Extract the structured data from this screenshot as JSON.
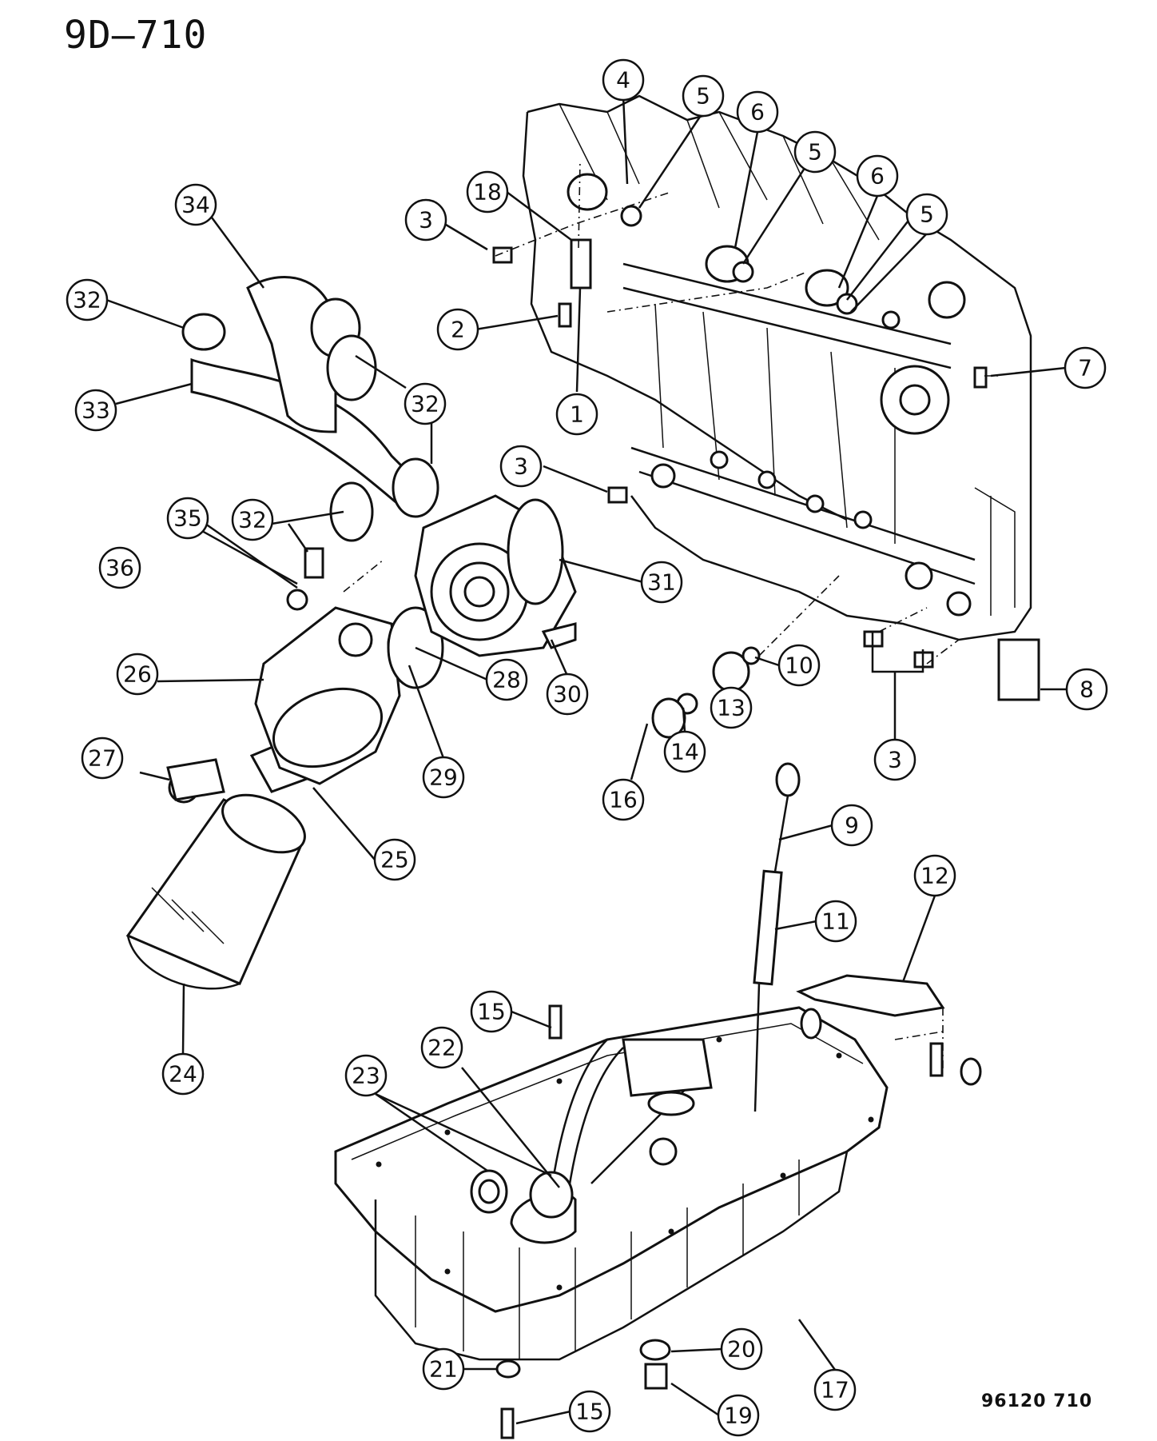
{
  "header": {
    "page_code": "9D–710"
  },
  "footer": {
    "figure_code": "96120  710"
  },
  "callouts": {
    "c1": "1",
    "c2": "2",
    "c3a": "3",
    "c3b": "3",
    "c3c": "3",
    "c4": "4",
    "c5a": "5",
    "c5b": "5",
    "c5c": "5",
    "c6a": "6",
    "c6b": "6",
    "c7": "7",
    "c8": "8",
    "c9": "9",
    "c10": "10",
    "c11": "11",
    "c12": "12",
    "c13": "13",
    "c14": "14",
    "c15a": "15",
    "c15b": "15",
    "c16": "16",
    "c17": "17",
    "c18": "18",
    "c19": "19",
    "c20": "20",
    "c21": "21",
    "c22": "22",
    "c23": "23",
    "c24": "24",
    "c25": "25",
    "c26": "26",
    "c27": "27",
    "c28": "28",
    "c29": "29",
    "c30": "30",
    "c31": "31",
    "c32a": "32",
    "c32b": "32",
    "c32c": "32",
    "c33": "33",
    "c34": "34",
    "c35": "35",
    "c36": "36"
  }
}
